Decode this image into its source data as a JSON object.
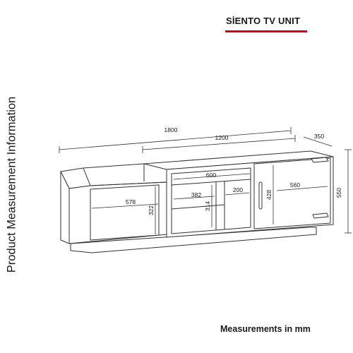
{
  "title": "SİENTO TV UNIT",
  "side_label": "Product Measurement Information",
  "footer": "Measurements in mm",
  "accent_color": "#d0021b",
  "dimensions": {
    "total_width": "1800",
    "top_width": "1200",
    "depth": "350",
    "height": "550",
    "shelf_width": "600",
    "left_compartment_width": "578",
    "left_compartment_height": "322",
    "middle_compartment_width": "382",
    "middle_compartment_height": "314",
    "small_compartment_width": "200",
    "door_height": "428",
    "door_width": "560"
  }
}
